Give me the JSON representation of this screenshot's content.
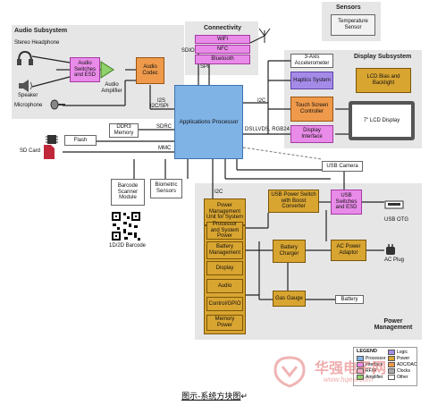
{
  "panels": {
    "audio": "Audio Subsystem",
    "connectivity": "Connectivity",
    "sensors": "Sensors",
    "display": "Display Subsystem",
    "power": "Power Management"
  },
  "audio": {
    "headphone": "Stereo Headphone",
    "speaker": "Speaker",
    "microphone": "Microphone",
    "switches": "Audio Switches and ESD",
    "amplifier": "Audio Amplifier",
    "codec": "Audio Codec"
  },
  "connectivity": {
    "wifi": "WiFi",
    "nfc": "NFC",
    "bluetooth": "Bluetooth"
  },
  "sensors": {
    "temperature": "Temperature Sensor"
  },
  "display": {
    "accelerometer": "3-Axis Accelerometer",
    "haptics": "Haptics System",
    "touch": "Touch Screen Controller",
    "display_interface": "Display Interface",
    "lcd_bias": "LCD Bias and Backlight",
    "lcd": "7\" LCD Display"
  },
  "processor": "Applications Processor",
  "memory": {
    "ddr3": "DDR3 Memory",
    "flash": "Flash",
    "sd_card": "SD Card"
  },
  "periph": {
    "barcode_module": "Barcode Scanner Module",
    "biometric": "Biometric Sensors",
    "barcode_label": "1D/2D Barcode",
    "usb_camera": "USB Camera"
  },
  "power": {
    "pmu": "Power Management Unit for System",
    "proc_power": "Processor and System Power",
    "battery_mgmt": "Battery Management",
    "display": "Display",
    "audio": "Audio",
    "control": "Control/GPIO",
    "memory": "Memory Power",
    "usb_power_switch": "USB Power Switch with Boost Converter",
    "usb_switches": "USB Switches and ESD",
    "usb_otg": "USB OTG",
    "battery_charger": "Battery Charger",
    "ac_adaptor": "AC Power Adaptor",
    "ac_plug": "AC Plug",
    "gas_gauge": "Gas Gauge",
    "battery": "Battery"
  },
  "buses": {
    "i2s": "I2S",
    "i2c_spi": "I2C/SPI",
    "sdio": "SDIO",
    "spi": "SPI",
    "i2c": "I2C",
    "sdrc": "SDRC",
    "dsi": "DSI,LVDS, RGB24",
    "mmc": "MMC",
    "i2c2": "I2C"
  },
  "legend": {
    "title": "LEGEND",
    "items": [
      {
        "label": "Processor",
        "color": "#7fb2e5"
      },
      {
        "label": "Interface",
        "color": "#e98be8"
      },
      {
        "label": "RF/IF",
        "color": "#f3b0c8"
      },
      {
        "label": "Amplifier",
        "color": "#8fd16a"
      },
      {
        "label": "Logic",
        "color": "#a58be8"
      },
      {
        "label": "Power",
        "color": "#d9a531"
      },
      {
        "label": "ADC/DAC",
        "color": "#ef9a4b"
      },
      {
        "label": "Clocks",
        "color": "#aaaaaa"
      },
      {
        "label": "Other",
        "color": "#ffffff"
      }
    ]
  },
  "watermark": {
    "brand": "华强电子网",
    "url": "www.hqew.com"
  },
  "caption": "图示-系统方块图"
}
